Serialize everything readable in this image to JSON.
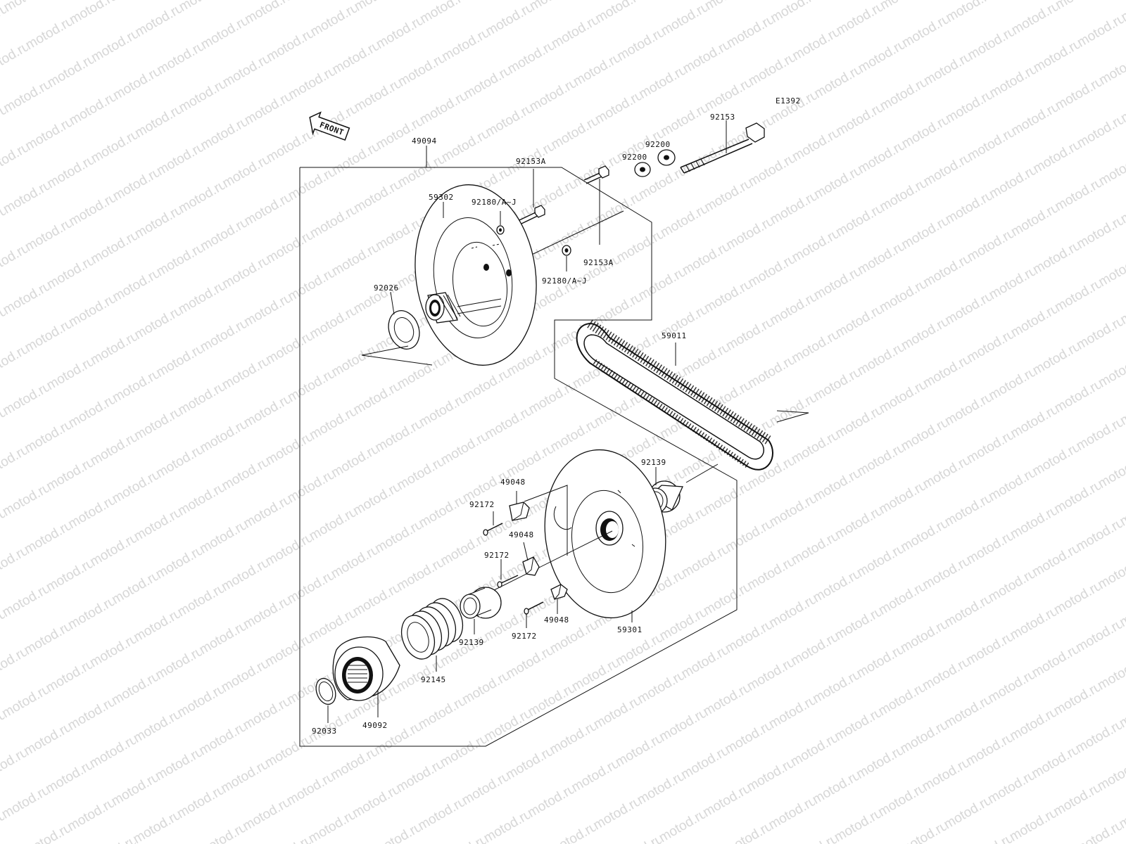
{
  "watermark": {
    "text": "motod.ru",
    "color": "#d6d6d6"
  },
  "diagram_id": "E1392",
  "front_arrow": {
    "label": "FRONT",
    "icon": "front-arrow-icon"
  },
  "labels": {
    "p49094": "49094",
    "p92153": "92153",
    "p92200_a": "92200",
    "p92200_b": "92200",
    "p92153A_a": "92153A",
    "p92153A_b": "92153A",
    "p59302": "59302",
    "p92180_a": "92180/A~J",
    "p92180_b": "92180/A~J",
    "p92026": "92026",
    "p59011": "59011",
    "p92139_a": "92139",
    "p92139_b": "92139",
    "p49048_a": "49048",
    "p49048_b": "49048",
    "p49048_c": "49048",
    "p92172_a": "92172",
    "p92172_b": "92172",
    "p92172_c": "92172",
    "p59301": "59301",
    "p92145": "92145",
    "p92033": "92033",
    "p49092": "49092"
  }
}
